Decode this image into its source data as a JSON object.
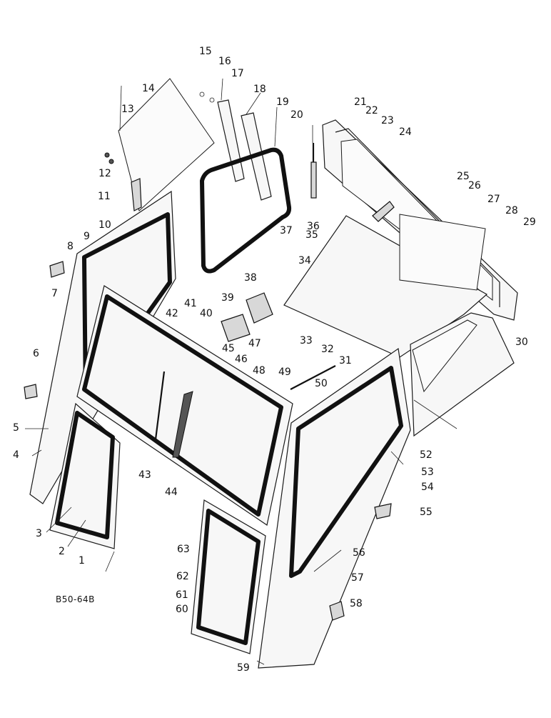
{
  "diagram": {
    "drawing_code": "B50-64B",
    "callouts": [
      "1",
      "2",
      "3",
      "4",
      "5",
      "6",
      "7",
      "8",
      "9",
      "10",
      "11",
      "12",
      "13",
      "14",
      "15",
      "16",
      "17",
      "18",
      "19",
      "20",
      "21",
      "22",
      "23",
      "24",
      "25",
      "26",
      "27",
      "28",
      "29",
      "30",
      "31",
      "32",
      "33",
      "34",
      "35",
      "36",
      "37",
      "38",
      "39",
      "40",
      "41",
      "42",
      "43",
      "44",
      "45",
      "46",
      "47",
      "48",
      "49",
      "50",
      "52",
      "53",
      "54",
      "55",
      "56",
      "57",
      "58",
      "59",
      "60",
      "61",
      "62",
      "63"
    ]
  }
}
